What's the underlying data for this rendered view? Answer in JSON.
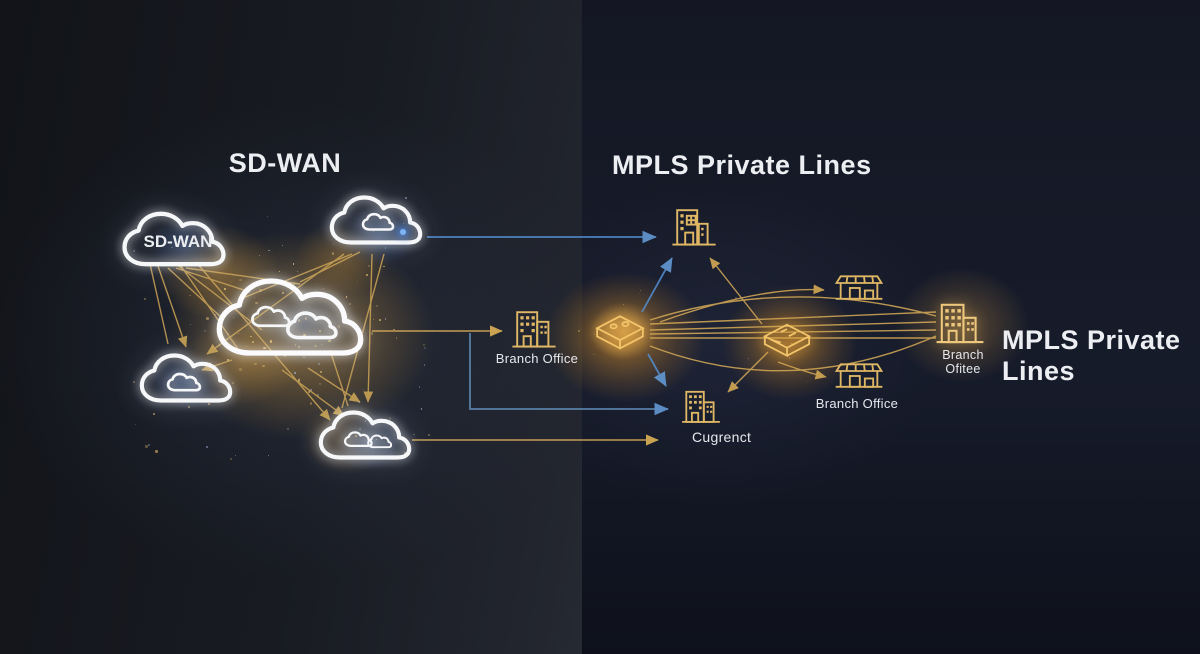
{
  "left_panel": {
    "title": "SD-WAN",
    "cloud_label": "SD-WAN",
    "branch_office_label": "Branch Office"
  },
  "right_panel": {
    "title": "MPLS Private Lines",
    "side_label": "MPLS Private Lines",
    "current_label": "Cugrenct",
    "branch_office_label": "Branch Office",
    "hq_label_line1": "Branch",
    "hq_label_line2": "Ofitee"
  },
  "icons": [
    "sdwan-cloud-icon",
    "cloud-top-right-icon",
    "central-cloud-icon",
    "cloud-bottom-left-icon",
    "cloud-bottom-icon",
    "branch-office-building-icon",
    "headquarters-building-icon",
    "current-building-icon",
    "hq-large-building-icon",
    "store-house-icon",
    "router-switch-icon"
  ],
  "colors": {
    "gold_line": "#cda455",
    "blue_line": "#4f87c5",
    "icon_gold": "#dfb765",
    "text_white": "#eceef2",
    "bg_left": "#181b22",
    "bg_right": "#161a28"
  }
}
